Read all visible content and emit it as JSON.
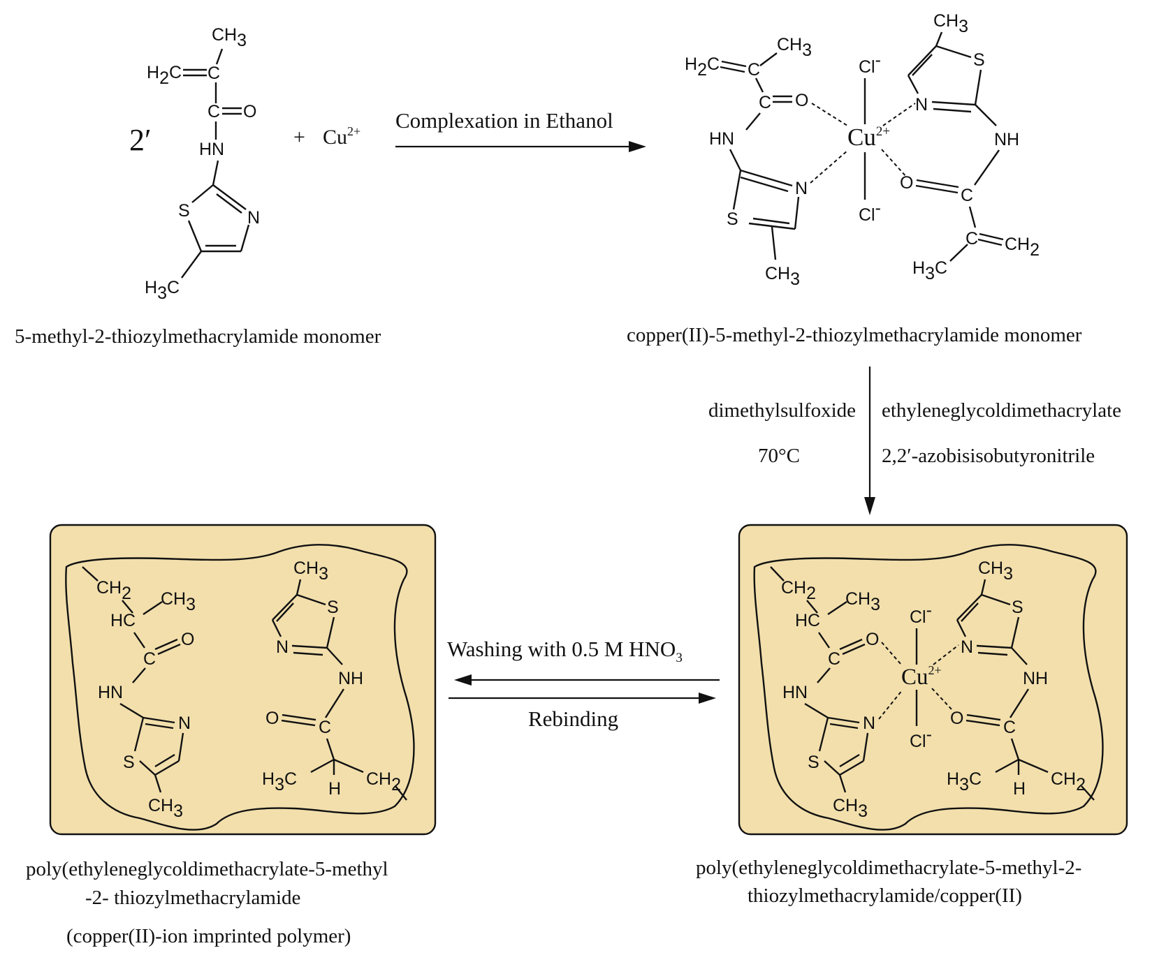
{
  "coefficient": "2′",
  "reagent": {
    "plus": "+",
    "ion": "Cu",
    "charge": "2+"
  },
  "step1": {
    "label": "Complexation in Ethanol"
  },
  "monomer": {
    "name": "5-methyl-2-thiozylmethacrylamide monomer"
  },
  "complex": {
    "name": "copper(II)-5-methyl-2-thiozylmethacrylamide monomer"
  },
  "step2": {
    "solvent": "dimethylsulfoxide",
    "temperature": "70°C",
    "crosslinker": "ethyleneglycoldimethacrylate",
    "initiator": "2,2′-azobisisobutyronitrile"
  },
  "step3": {
    "wash_prefix": "Washing with 0.5 M HNO",
    "wash_sub": "3",
    "rebind": "Rebinding"
  },
  "polymer_left": {
    "line1": "poly(ethyleneglycoldimethacrylate-5-methyl",
    "line2": "-2- thiozylmethacrylamide",
    "line3": "(copper(II)-ion imprinted polymer)"
  },
  "polymer_right": {
    "line1": "poly(ethyleneglycoldimethacrylate-5-methyl-2-",
    "line2": "thiozylmethacrylamide/copper(II)"
  },
  "atoms": {
    "ch3": "CH",
    "h3c": "H",
    "c3": "C",
    "h2c": "H",
    "h2c_c": "C",
    "ch2": "CH",
    "two": "2",
    "three": "3",
    "c": "C",
    "o": "O",
    "hn": "HN",
    "nh": "NH",
    "n": "N",
    "s": "S",
    "hc": "HC",
    "h": "H",
    "cl": "Cl",
    "minus": "-",
    "cu": "Cu",
    "cu_charge": "2+"
  },
  "colors": {
    "matrix_fill": "#f2dfac",
    "ink": "#111111"
  }
}
